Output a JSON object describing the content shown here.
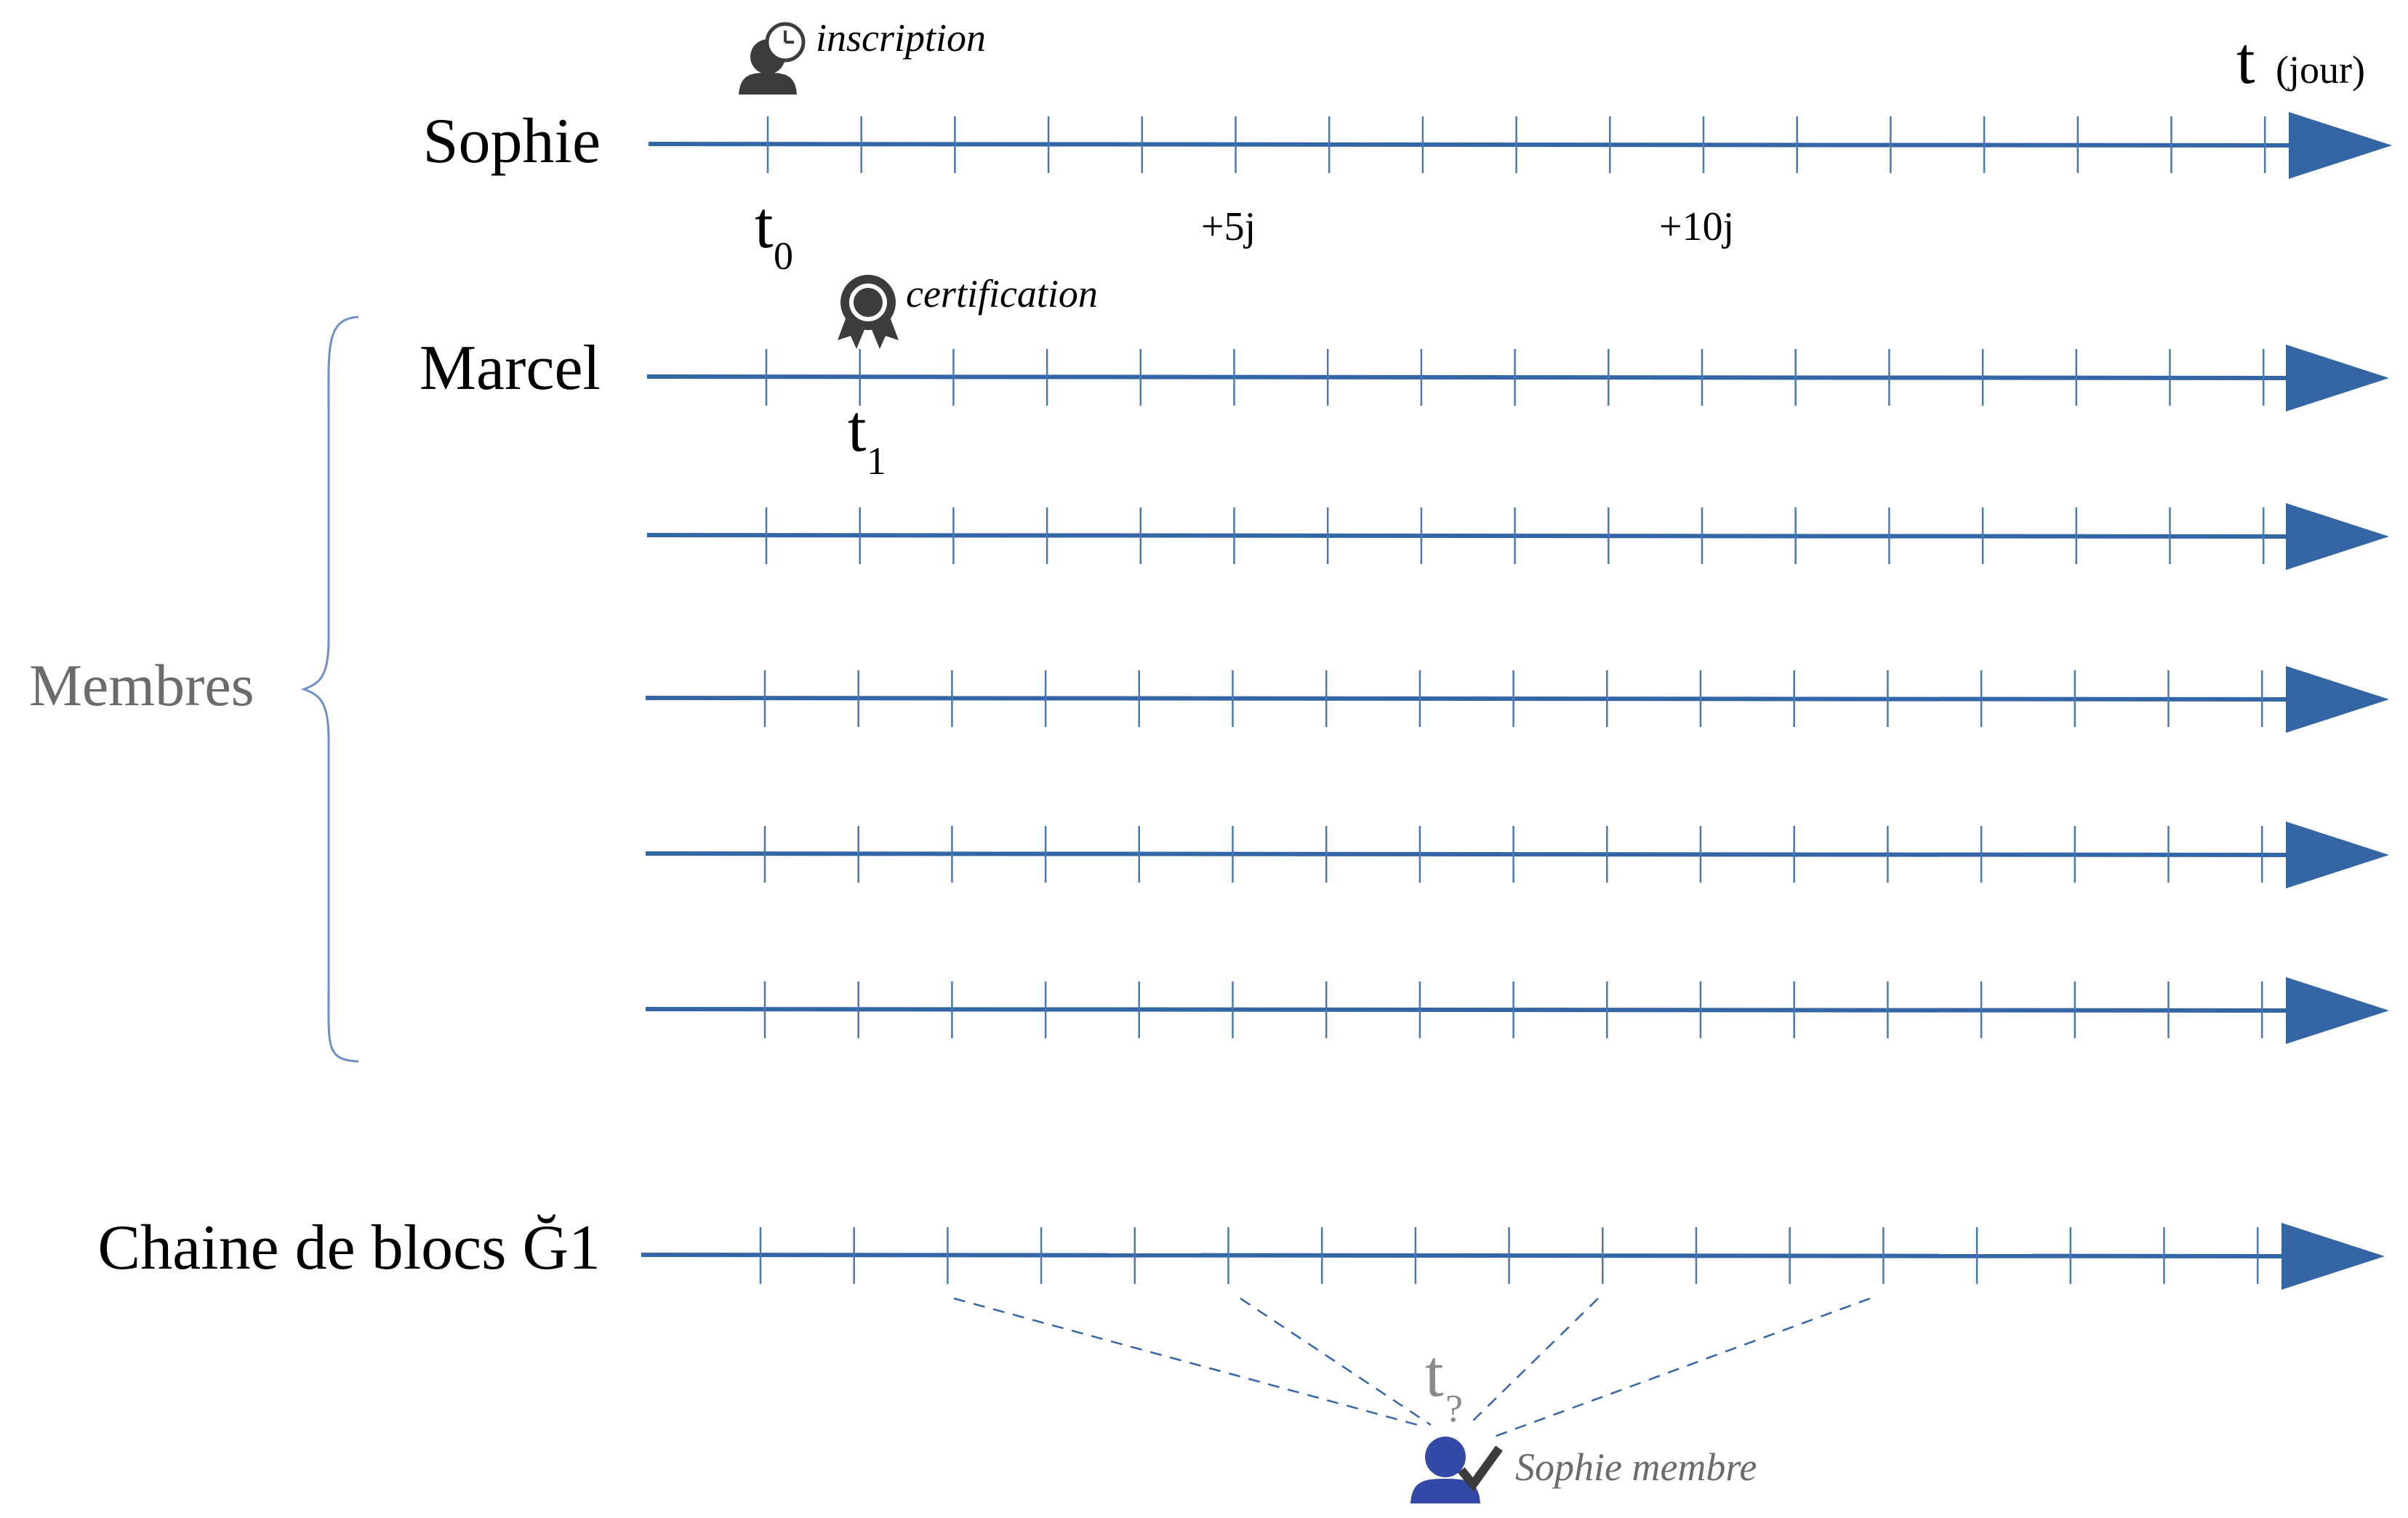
{
  "colors": {
    "axis": "#3465a4",
    "tick": "#4a78b5",
    "icon_dark": "#3c3c3c",
    "icon_blue": "#3349a8",
    "grey_text": "#6b6b6b",
    "brace": "#6f8fc8"
  },
  "labels": {
    "sophie": "Sophie",
    "marcel": "Marcel",
    "membres": "Membres",
    "chain": "Chaine de blocs Ğ1",
    "time_axis": "t",
    "time_unit": "(jour)",
    "t0": "t",
    "t0_sub": "0",
    "t1": "t",
    "t1_sub": "1",
    "tq": "t",
    "tq_sub": "?",
    "plus5": "+5j",
    "plus10": "+10j"
  },
  "events": {
    "inscription": "inscription",
    "certification": "certification",
    "sophie_membre": "Sophie membre"
  },
  "icons": {
    "inscription": "user-clock-icon",
    "certification": "award-ribbon-icon",
    "membre": "user-check-icon"
  },
  "ticks_per_line": 17
}
